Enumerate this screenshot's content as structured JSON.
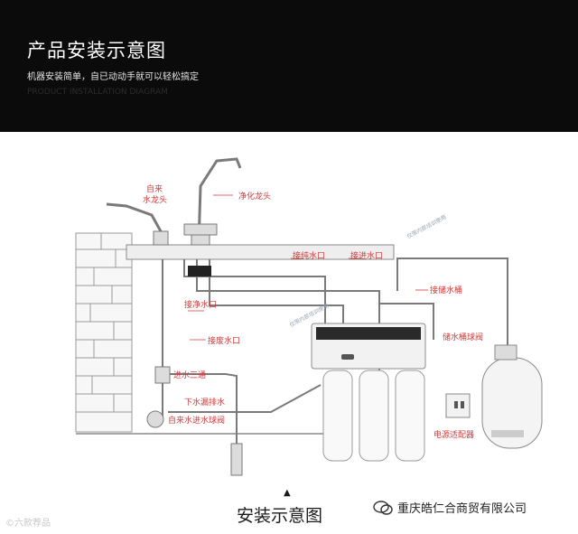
{
  "header": {
    "title": "产品安装示意图",
    "subtitle": "机器安装简单，自已动动手就可以轻松搞定",
    "ghost_text": "PRODUCT INSTALLATION DIAGRAM"
  },
  "labels": {
    "tap_water": "自来\n水龙头",
    "purified_tap": "净化龙头",
    "pure_water_outlet": "接纯水口",
    "inlet": "接进水口",
    "purifier_outlet": "接净水口",
    "waste_outlet": "接废水口",
    "pressure_tank_port": "接储水桶",
    "tank_ball_valve": "储水桶球阀",
    "tee": "进水三通",
    "drain": "下水漏排水",
    "inlet_ball_valve": "自来水进水球阀",
    "power_adapter": "电源适配器"
  },
  "watermark": "仅限内部培训使用",
  "caption": "安装示意图",
  "company": "重庆皓仁合商贸有限公司",
  "logo_text": "©六款荐品",
  "colors": {
    "header_bg": "#0b0b0b",
    "label_red": "#d23a3a",
    "pipe": "#7a7a7a"
  }
}
